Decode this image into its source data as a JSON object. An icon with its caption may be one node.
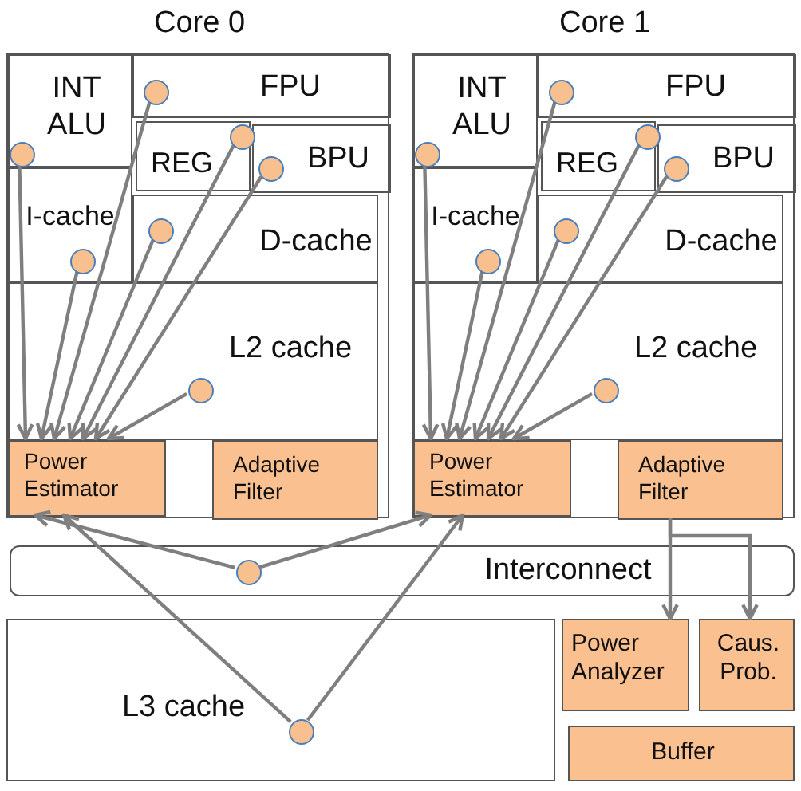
{
  "diagram": {
    "nodes": [
      {
        "text": [
          "Core 0"
        ]
      },
      {
        "text": [
          "INT ALU"
        ],
        "in": 0
      },
      {
        "text": [
          "FPU"
        ],
        "in": 0
      },
      {
        "text": [
          "REG"
        ],
        "in": 0
      },
      {
        "text": [
          "BPU"
        ],
        "in": 0
      },
      {
        "text": [
          "I-cache"
        ],
        "in": 0
      },
      {
        "text": [
          "D-cache"
        ],
        "in": 0
      },
      {
        "text": [
          "L2 cache"
        ],
        "in": 0
      },
      {
        "text": [
          "Power Estimator"
        ],
        "in": 0
      },
      {
        "text": [
          "Adaptive Filter"
        ],
        "in": 0
      },
      {
        "text": [],
        "shape": "circle",
        "in": 1
      },
      {
        "text": [],
        "shape": "circle",
        "in": 2
      },
      {
        "text": [],
        "shape": "circle",
        "in": 3
      },
      {
        "text": [],
        "shape": "circle",
        "in": 4
      },
      {
        "text": [],
        "shape": "circle",
        "in": 5
      },
      {
        "text": [],
        "shape": "circle",
        "in": 6
      },
      {
        "text": [],
        "shape": "circle",
        "in": 7
      },
      {
        "text": [
          "Core 1"
        ]
      },
      {
        "text": [
          "INT ALU"
        ],
        "in": 17
      },
      {
        "text": [
          "FPU"
        ],
        "in": 17
      },
      {
        "text": [
          "REG"
        ],
        "in": 17
      },
      {
        "text": [
          "BPU"
        ],
        "in": 17
      },
      {
        "text": [
          "I-cache"
        ],
        "in": 17
      },
      {
        "text": [
          "D-cache"
        ],
        "in": 17
      },
      {
        "text": [
          "L2 cache"
        ],
        "in": 17
      },
      {
        "text": [
          "Power Estimator"
        ],
        "in": 17
      },
      {
        "text": [
          "Adaptive Filter"
        ],
        "in": 17
      },
      {
        "text": [],
        "shape": "circle",
        "in": 18
      },
      {
        "text": [],
        "shape": "circle",
        "in": 19
      },
      {
        "text": [],
        "shape": "circle",
        "in": 20
      },
      {
        "text": [],
        "shape": "circle",
        "in": 21
      },
      {
        "text": [],
        "shape": "circle",
        "in": 22
      },
      {
        "text": [],
        "shape": "circle",
        "in": 23
      },
      {
        "text": [],
        "shape": "circle",
        "in": 24
      },
      {
        "text": [
          "Interconnect"
        ]
      },
      {
        "text": [],
        "shape": "circle",
        "in": 34
      },
      {
        "text": [
          "L3 cache"
        ]
      },
      {
        "text": [],
        "shape": "circle",
        "in": 36
      },
      {
        "text": [
          "Power Analyzer"
        ]
      },
      {
        "text": [
          "Caus. Prob."
        ]
      },
      {
        "text": [
          "Buffer"
        ]
      }
    ],
    "edges": [
      {
        "from": 10,
        "to": 8,
        "arrow": "to"
      },
      {
        "from": 11,
        "to": 8,
        "arrow": "to"
      },
      {
        "from": 12,
        "to": 8,
        "arrow": "to"
      },
      {
        "from": 13,
        "to": 8,
        "arrow": "to"
      },
      {
        "from": 14,
        "to": 8,
        "arrow": "to"
      },
      {
        "from": 15,
        "to": 8,
        "arrow": "to"
      },
      {
        "from": 16,
        "to": 8,
        "arrow": "to"
      },
      {
        "from": 27,
        "to": 25,
        "arrow": "to"
      },
      {
        "from": 28,
        "to": 25,
        "arrow": "to"
      },
      {
        "from": 29,
        "to": 25,
        "arrow": "to"
      },
      {
        "from": 30,
        "to": 25,
        "arrow": "to"
      },
      {
        "from": 31,
        "to": 25,
        "arrow": "to"
      },
      {
        "from": 32,
        "to": 25,
        "arrow": "to"
      },
      {
        "from": 33,
        "to": 25,
        "arrow": "to"
      },
      {
        "from": 35,
        "to": 8,
        "arrow": "to"
      },
      {
        "from": 35,
        "to": 25,
        "arrow": "to"
      },
      {
        "from": 37,
        "to": 8,
        "arrow": "to"
      },
      {
        "from": 37,
        "to": 25,
        "arrow": "to"
      },
      {
        "from": 26,
        "to": 38,
        "arrow": "to"
      },
      {
        "from": 26,
        "to": 39,
        "arrow": "to"
      }
    ]
  }
}
